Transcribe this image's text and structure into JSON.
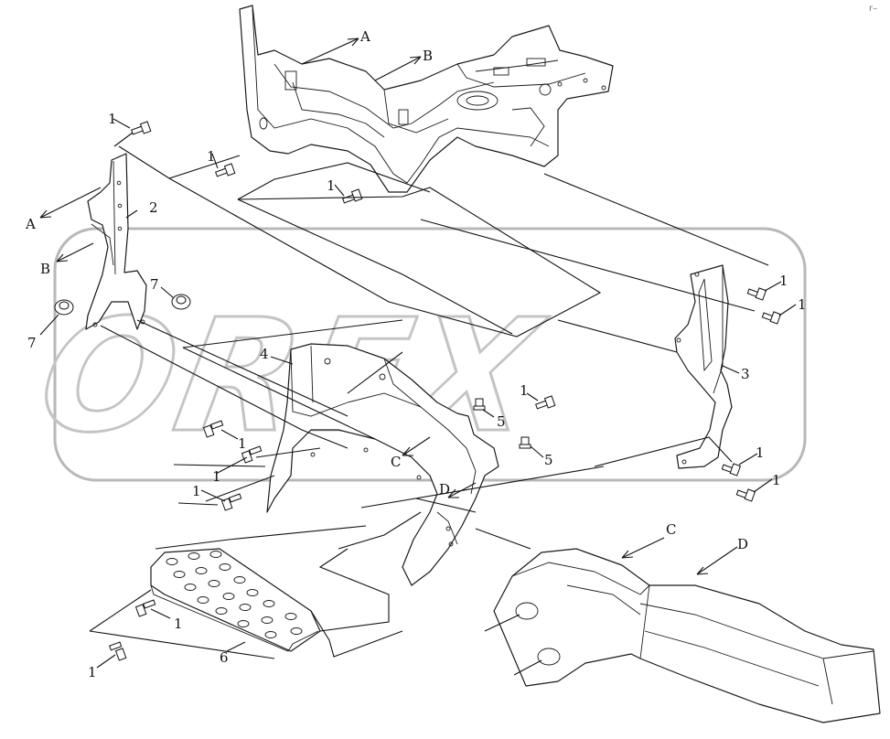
{
  "watermark": {
    "text": "OREX"
  },
  "corner_mark": "r–",
  "callouts": {
    "c1": "1",
    "c2": "2",
    "c3": "3",
    "c4": "4",
    "c5": "5",
    "c6": "6",
    "c7": "7",
    "A": "A",
    "B": "B",
    "C": "C",
    "D": "D"
  },
  "colors": {
    "line": "#111111",
    "watermark": "#c4c4c4",
    "background": "#ffffff"
  }
}
